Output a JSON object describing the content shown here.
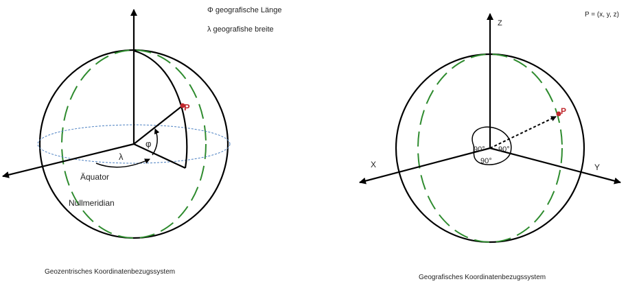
{
  "left": {
    "legend_phi": "Φ geografische Länge",
    "legend_lambda": "λ geografishe breite",
    "point": "P",
    "phi": "φ",
    "lambda": "λ",
    "equator": "Äquator",
    "meridian": "Nullmeridian",
    "caption": "Geozentrisches  Koordinatenbezugssystem"
  },
  "right": {
    "coords": "P = (x, y, z)",
    "z": "Z",
    "x": "X",
    "y": "Y",
    "point": "P",
    "angle1": "90°",
    "angle2": "90°",
    "angle3": "90°",
    "caption": "Geografisches Koordinatenbezugssystem"
  },
  "colors": {
    "outline": "#000000",
    "meridian": "#2e8b2e",
    "equator": "#4a7fc1",
    "point": "#c0282d"
  }
}
